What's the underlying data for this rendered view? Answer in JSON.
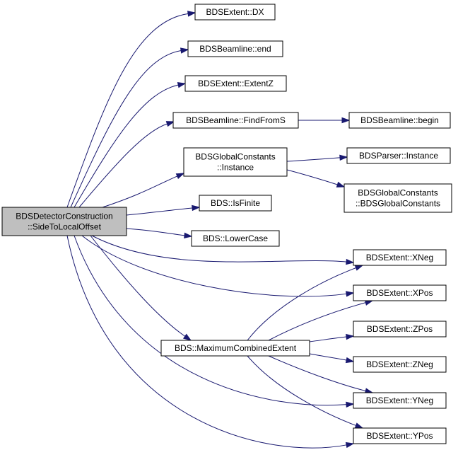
{
  "graph": {
    "colors": {
      "edge": "#191970",
      "root_fill": "#bfbfbf",
      "node_fill": "#ffffff",
      "node_stroke": "#000000"
    },
    "nodes": {
      "root": [
        "BDSDetectorConstruction",
        "::SideToLocalOffset"
      ],
      "dx": [
        "BDSExtent::DX"
      ],
      "end": [
        "BDSBeamline::end"
      ],
      "extentz": [
        "BDSExtent::ExtentZ"
      ],
      "findfroms": [
        "BDSBeamline::FindFromS"
      ],
      "begin": [
        "BDSBeamline::begin"
      ],
      "gc_instance": [
        "BDSGlobalConstants",
        "::Instance"
      ],
      "parser_instance": [
        "BDSParser::Instance"
      ],
      "gc_ctor": [
        "BDSGlobalConstants",
        "::BDSGlobalConstants"
      ],
      "isfinite": [
        "BDS::IsFinite"
      ],
      "lowercase": [
        "BDS::LowerCase"
      ],
      "maxext": [
        "BDS::MaximumCombinedExtent"
      ],
      "xneg": [
        "BDSExtent::XNeg"
      ],
      "xpos": [
        "BDSExtent::XPos"
      ],
      "zpos": [
        "BDSExtent::ZPos"
      ],
      "zneg": [
        "BDSExtent::ZNeg"
      ],
      "yneg": [
        "BDSExtent::YNeg"
      ],
      "ypos": [
        "BDSExtent::YPos"
      ]
    },
    "edges": [
      [
        "root",
        "dx"
      ],
      [
        "root",
        "end"
      ],
      [
        "root",
        "extentz"
      ],
      [
        "root",
        "findfroms"
      ],
      [
        "root",
        "gc_instance"
      ],
      [
        "root",
        "isfinite"
      ],
      [
        "root",
        "lowercase"
      ],
      [
        "root",
        "maxext"
      ],
      [
        "root",
        "xneg"
      ],
      [
        "root",
        "xpos"
      ],
      [
        "root",
        "yneg"
      ],
      [
        "root",
        "ypos"
      ],
      [
        "findfroms",
        "begin"
      ],
      [
        "gc_instance",
        "parser_instance"
      ],
      [
        "gc_instance",
        "gc_ctor"
      ],
      [
        "maxext",
        "xneg"
      ],
      [
        "maxext",
        "xpos"
      ],
      [
        "maxext",
        "zpos"
      ],
      [
        "maxext",
        "zneg"
      ],
      [
        "maxext",
        "yneg"
      ],
      [
        "maxext",
        "ypos"
      ]
    ]
  }
}
